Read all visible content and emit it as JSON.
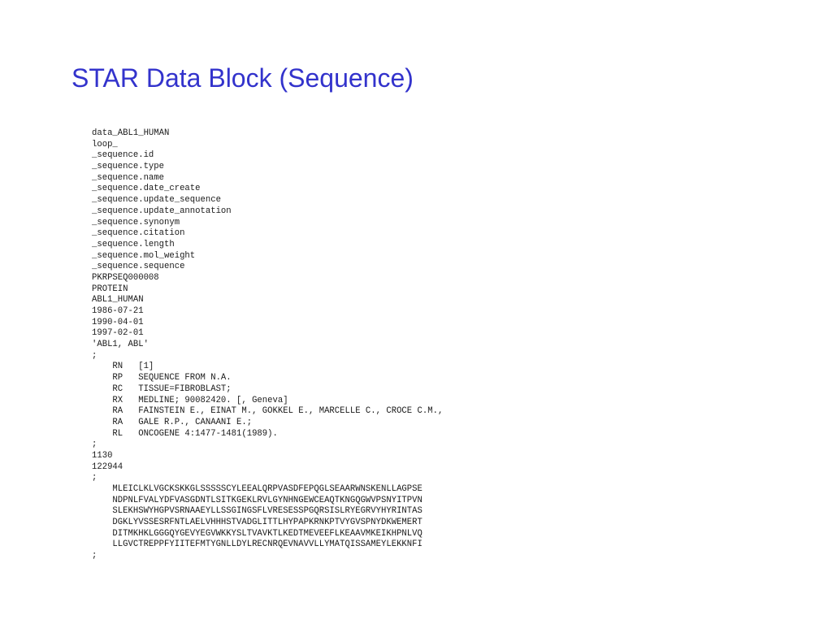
{
  "title": "STAR Data Block (Sequence)",
  "star_lines": [
    "data_ABL1_HUMAN",
    "loop_",
    "_sequence.id",
    "_sequence.type",
    "_sequence.name",
    "_sequence.date_create",
    "_sequence.update_sequence",
    "_sequence.update_annotation",
    "_sequence.synonym",
    "_sequence.citation",
    "_sequence.length",
    "_sequence.mol_weight",
    "_sequence.sequence",
    "PKRPSEQ000008",
    "PROTEIN",
    "ABL1_HUMAN",
    "1986-07-21",
    "1990-04-01",
    "1997-02-01",
    "'ABL1, ABL'",
    ";",
    "    RN   [1]",
    "    RP   SEQUENCE FROM N.A.",
    "    RC   TISSUE=FIBROBLAST;",
    "    RX   MEDLINE; 90082420. [, Geneva]",
    "    RA   FAINSTEIN E., EINAT M., GOKKEL E., MARCELLE C., CROCE C.M.,",
    "    RA   GALE R.P., CANAANI E.;",
    "    RL   ONCOGENE 4:1477-1481(1989).",
    ";",
    "1130",
    "122944",
    ";",
    "    MLEICLKLVGCKSKKGLSSSSSCYLEEALQRPVASDFEPQGLSEAARWNSKENLLAGPSE",
    "    NDPNLFVALYDFVASGDNTLSITKGEKLRVLGYNHNGEWCEAQTKNGQGWVPSNYITPVN",
    "    SLEKHSWYHGPVSRNAAEYLLSSGINGSFLVRESESSPGQRSISLRYEGRVYHYRINTAS",
    "    DGKLYVSSESRFNTLAELVHHHSTVADGLITTLHYPAPKRNKPTVYGVSPNYDKWEMERT",
    "    DITMKHKLGGGQYGEVYEGVWKKYSLTVAVKTLKEDTMEVEEFLKEAAVMKEIKHPNLVQ",
    "    LLGVCTREPPFYIITEFMTYGNLLDYLRECNRQEVNAVVLLYMATQISSAMEYLEKKNFI",
    ";"
  ]
}
